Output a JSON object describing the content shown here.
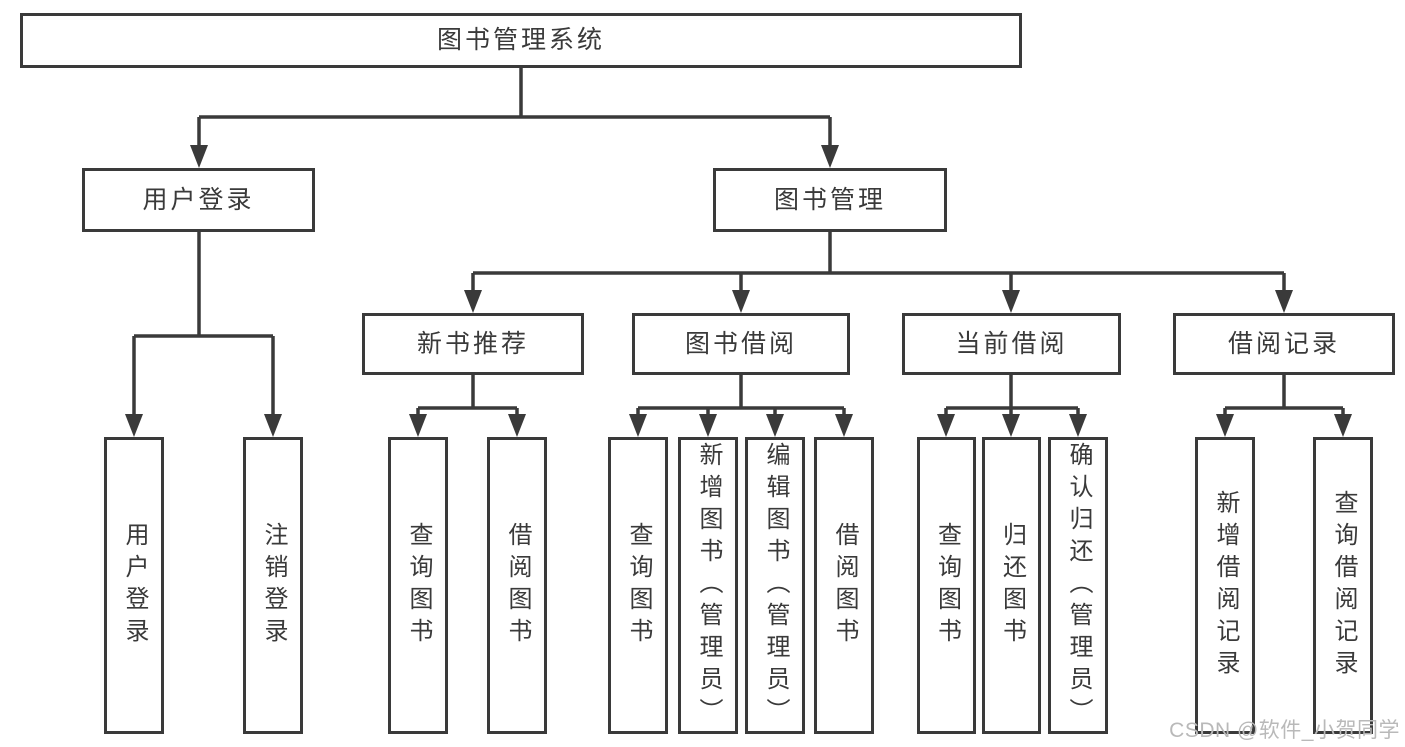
{
  "diagram": {
    "root": {
      "label": "图书管理系统"
    },
    "branches": [
      {
        "label": "用户登录",
        "children": [
          {
            "label": "用户登录"
          },
          {
            "label": "注销登录"
          }
        ]
      },
      {
        "label": "图书管理",
        "children": [
          {
            "label": "新书推荐",
            "children": [
              {
                "label": "查询图书"
              },
              {
                "label": "借阅图书"
              }
            ]
          },
          {
            "label": "图书借阅",
            "children": [
              {
                "label": "查询图书"
              },
              {
                "label": "新增图书（管理员）"
              },
              {
                "label": "编辑图书（管理员）"
              },
              {
                "label": "借阅图书"
              }
            ]
          },
          {
            "label": "当前借阅",
            "children": [
              {
                "label": "查询图书"
              },
              {
                "label": "归还图书"
              },
              {
                "label": "确认归还（管理员）"
              }
            ]
          },
          {
            "label": "借阅记录",
            "children": [
              {
                "label": "新增借阅记录"
              },
              {
                "label": "查询借阅记录"
              }
            ]
          }
        ]
      }
    ],
    "watermark": "CSDN @软件_小贺同学",
    "colors": {
      "line": "#3a3a3a",
      "text": "#3a3a3a",
      "background": "#ffffff",
      "watermark": "#b9b9b9"
    }
  }
}
